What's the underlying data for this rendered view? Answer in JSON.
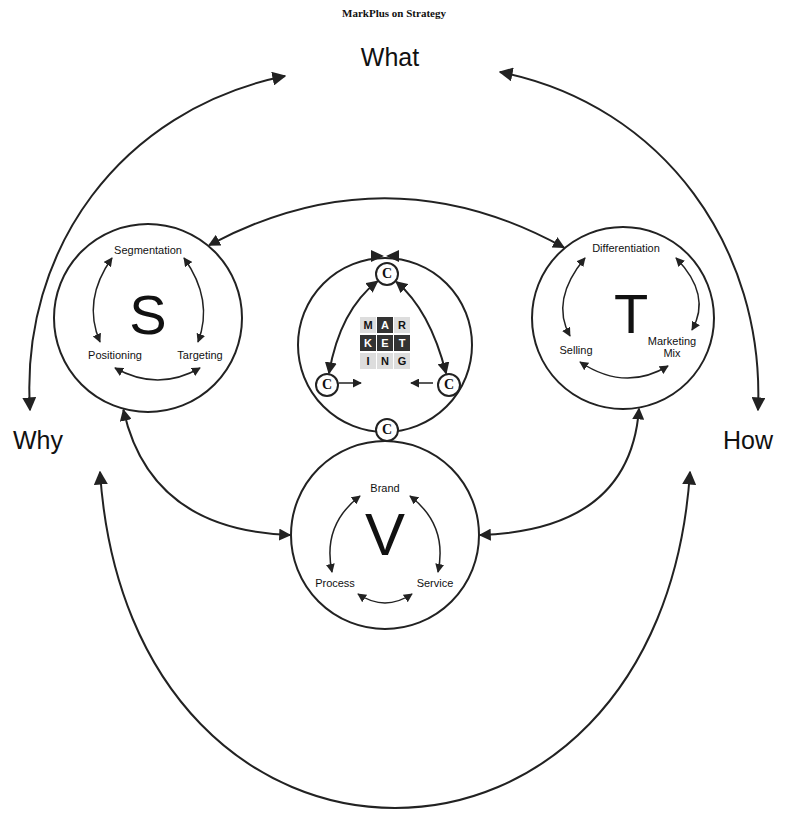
{
  "diagram": {
    "title": "MarkPlus on Strategy",
    "nodes": [
      {
        "text": [
          "S",
          "Segmentation",
          "Positioning",
          "Targeting"
        ]
      },
      {
        "text": [
          "M",
          "A",
          "R",
          "K",
          "E",
          "T",
          "I",
          "N",
          "G"
        ]
      },
      {
        "text": [
          "C"
        ],
        "in": 1
      },
      {
        "text": [
          "C"
        ],
        "in": 1
      },
      {
        "text": [
          "C"
        ],
        "in": 1
      },
      {
        "text": [
          "C"
        ],
        "in": 1
      },
      {
        "text": [
          "T",
          "Differentiation",
          "Selling",
          "Marketing Mix"
        ]
      },
      {
        "text": [
          "V",
          "Brand",
          "Process",
          "Service"
        ]
      }
    ],
    "edges": [
      {
        "from": 0,
        "to": 6,
        "arrow": "both"
      },
      {
        "from": 0,
        "to": 7,
        "arrow": "both"
      },
      {
        "from": 6,
        "to": 7,
        "arrow": "both"
      },
      {
        "from": 2,
        "to": 3,
        "arrow": "both"
      },
      {
        "from": 2,
        "to": 4,
        "arrow": "both"
      }
    ],
    "labels": [
      "What",
      "Why",
      "How"
    ]
  }
}
